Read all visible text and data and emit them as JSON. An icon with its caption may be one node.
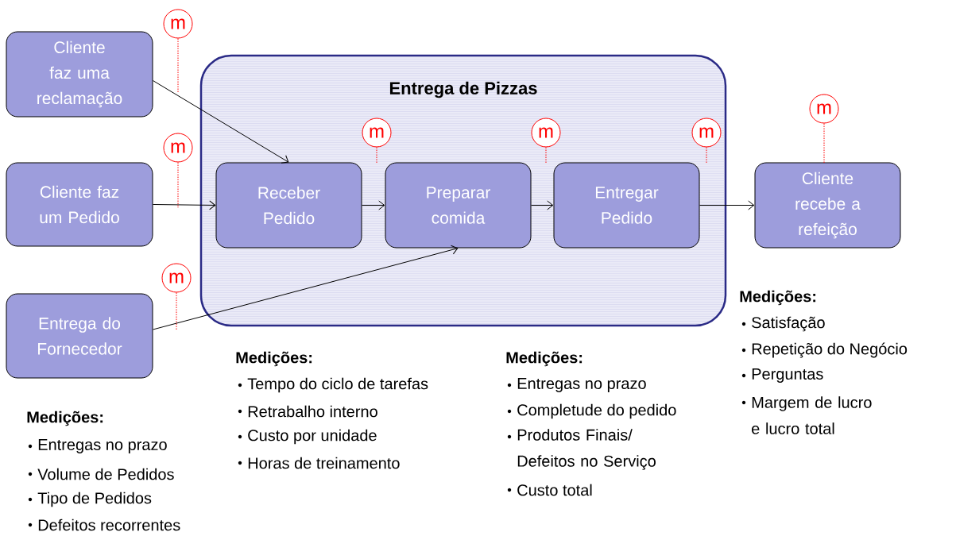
{
  "diagram": {
    "nodes": [
      {
        "text": [
          "Cliente faz uma reclamação"
        ]
      },
      {
        "text": [
          "Cliente faz um Pedido"
        ]
      },
      {
        "text": [
          "Entrega do Fornecedor"
        ]
      },
      {
        "text": [
          "Entrega de Pizzas"
        ]
      },
      {
        "text": [
          "Receber Pedido"
        ],
        "in": 3
      },
      {
        "text": [
          "Preparar comida"
        ],
        "in": 3
      },
      {
        "text": [
          "Entregar Pedido"
        ],
        "in": 3
      },
      {
        "text": [
          "Cliente recebe a refeição"
        ]
      },
      {
        "text": [
          "m"
        ]
      },
      {
        "text": [
          "m"
        ]
      },
      {
        "text": [
          "m"
        ]
      },
      {
        "text": [
          "m"
        ],
        "in": 3
      },
      {
        "text": [
          "m"
        ],
        "in": 3
      },
      {
        "text": [
          "m"
        ],
        "in": 3
      },
      {
        "text": [
          "m"
        ]
      }
    ],
    "edges": [
      {
        "from": 0,
        "to": 4,
        "arrow": "to",
        "color": "#000000"
      },
      {
        "from": 1,
        "to": 4,
        "arrow": "to",
        "color": "#000000"
      },
      {
        "from": 2,
        "to": 5,
        "arrow": "to",
        "color": "#000000"
      },
      {
        "from": 4,
        "to": 5,
        "arrow": "to",
        "color": "#000000"
      },
      {
        "from": 5,
        "to": 6,
        "arrow": "to",
        "color": "#000000"
      },
      {
        "from": 6,
        "to": 7,
        "arrow": "to",
        "color": "#000000"
      },
      {
        "from": 8,
        "to": null,
        "arrow": "none",
        "style": "dashed",
        "color": "#ff0000"
      },
      {
        "from": 9,
        "to": null,
        "arrow": "none",
        "style": "dashed",
        "color": "#ff0000"
      },
      {
        "from": 10,
        "to": null,
        "arrow": "none",
        "style": "dashed",
        "color": "#ff0000"
      },
      {
        "from": 11,
        "to": 5,
        "arrow": "none",
        "style": "dashed",
        "color": "#ff0000"
      },
      {
        "from": 12,
        "to": 6,
        "arrow": "none",
        "style": "dashed",
        "color": "#ff0000"
      },
      {
        "from": 13,
        "to": 6,
        "arrow": "none",
        "style": "dashed",
        "color": "#ff0000"
      },
      {
        "from": 14,
        "to": 7,
        "arrow": "none",
        "style": "dashed",
        "color": "#ff0000"
      }
    ],
    "labels": [
      "Medições:",
      "Entregas no prazo",
      "Volume de Pedidos",
      "Tipo de Pedidos",
      "Defeitos recorrentes",
      "Medições:",
      "Tempo do ciclo de tarefas",
      "Retrabalho interno",
      "Custo por unidade",
      "Horas de treinamento",
      "Medições:",
      "Entregas no prazo",
      "Completude do pedido",
      "Produtos Finais/ Defeitos no Serviço",
      "Custo total",
      "Medições:",
      "Satisfação",
      "Repetição do Negócio",
      "Perguntas",
      "Margem de lucro e lucro total"
    ]
  }
}
